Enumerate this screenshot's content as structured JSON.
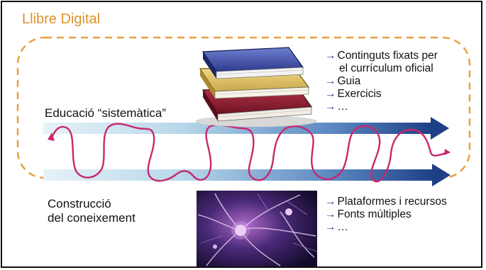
{
  "title": "Llibre Digital",
  "top_label": "Educació “sistemàtica”",
  "bottom_label_line1": "Construcció",
  "bottom_label_line2": "del coneixement",
  "top_bullets": [
    {
      "arrow": "→",
      "text": "Continguts fixats per"
    },
    {
      "arrow": "",
      "text": "el currículum oficial"
    },
    {
      "arrow": "→",
      "text": "Guia"
    },
    {
      "arrow": "→",
      "text": "Exercicis"
    },
    {
      "arrow": "→",
      "text": "…"
    }
  ],
  "bottom_bullets": [
    {
      "arrow": "→",
      "text": "Plataformes i recursos"
    },
    {
      "arrow": "→",
      "text": "Fonts múltiples"
    },
    {
      "arrow": "→",
      "text": "…"
    }
  ],
  "colors": {
    "title": "#e0922c",
    "dashed_border": "#e8a040",
    "arrow_start": "#dfeef6",
    "arrow_end": "#1d3f86",
    "squiggle": "#c8286e",
    "bullet_arrow": "#2a3e7a"
  },
  "icons": {
    "books": "stack-of-books-image",
    "neurons": "neuron-network-image"
  }
}
